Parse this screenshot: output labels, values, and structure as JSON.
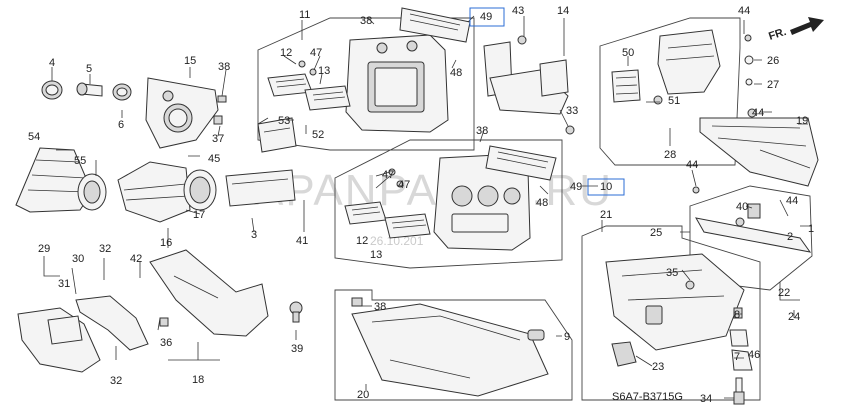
{
  "diagram": {
    "direction_label": "FR.",
    "diagram_code": "S6A7-B3715G",
    "watermark": "JAPANPARTS.RU",
    "date_stamp": "26.10.201",
    "callouts": {
      "c1": "1",
      "c2": "2",
      "c3": "3",
      "c4": "4",
      "c5": "5",
      "c6": "6",
      "c7": "7",
      "c8": "8",
      "c9": "9",
      "c10": "10",
      "c11": "11",
      "c12a": "12",
      "c12b": "12",
      "c13a": "13",
      "c13b": "13",
      "c14": "14",
      "c15": "15",
      "c16": "16",
      "c17": "17",
      "c18": "18",
      "c19": "19",
      "c20": "20",
      "c21": "21",
      "c22": "22",
      "c23": "23",
      "c24": "24",
      "c25": "25",
      "c26": "26",
      "c27": "27",
      "c28": "28",
      "c29": "29",
      "c30": "30",
      "c31": "31",
      "c32a": "32",
      "c32b": "32",
      "c33": "33",
      "c34": "34",
      "c35": "35",
      "c36": "36",
      "c37": "37",
      "c38a": "38",
      "c38b": "38",
      "c38c": "38",
      "c38d": "38",
      "c39": "39",
      "c40": "40",
      "c41": "41",
      "c42": "42",
      "c43": "43",
      "c44a": "44",
      "c44b": "44",
      "c44c": "44",
      "c44d": "44",
      "c45": "45",
      "c46": "46",
      "c47a": "47",
      "c47b": "47",
      "c47c": "47",
      "c48a": "48",
      "c48b": "48",
      "c49a": "49",
      "c49b": "49",
      "c50": "50",
      "c51": "51",
      "c52": "52",
      "c53": "53",
      "c54": "54",
      "c55": "55"
    },
    "colors": {
      "line": "#333333",
      "highlight": "#2b6cd6",
      "watermark": "#b9b9b9"
    }
  }
}
